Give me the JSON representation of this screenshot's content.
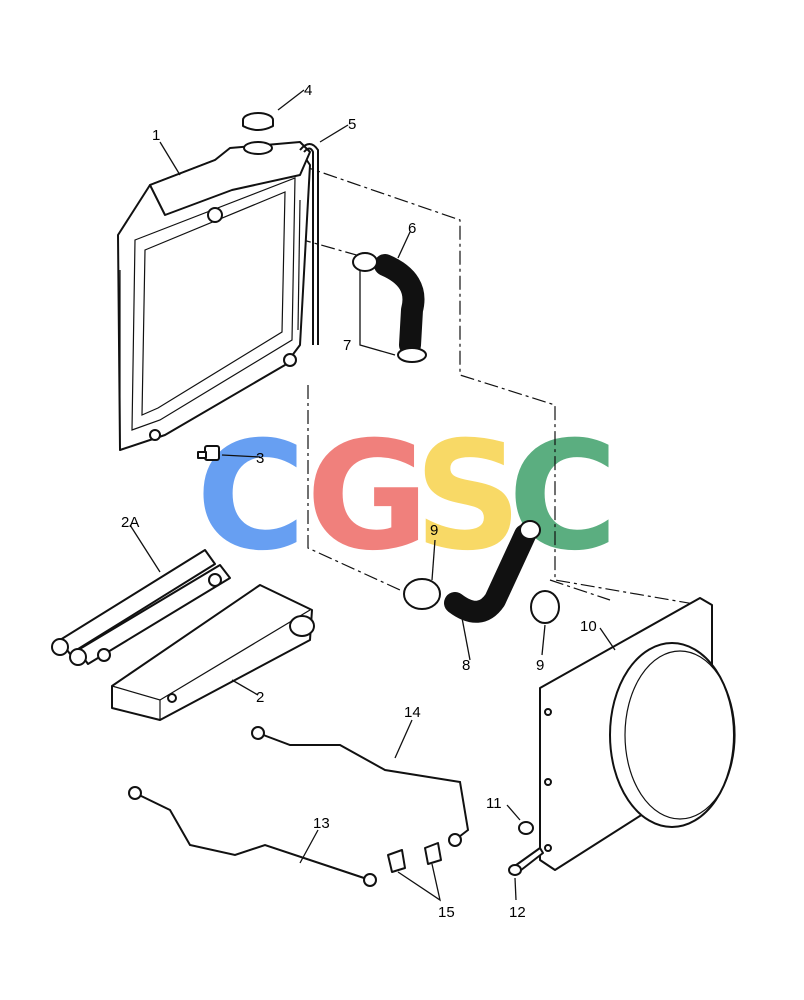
{
  "watermark": {
    "letters": [
      "C",
      "G",
      "S",
      "C"
    ],
    "colors": [
      "#4d8ff0",
      "#ee6a66",
      "#f7d34c",
      "#3fa06a"
    ]
  },
  "callouts": [
    {
      "id": "callout-1",
      "label": "1"
    },
    {
      "id": "callout-2",
      "label": "2"
    },
    {
      "id": "callout-2a",
      "label": "2A"
    },
    {
      "id": "callout-3",
      "label": "3"
    },
    {
      "id": "callout-4",
      "label": "4"
    },
    {
      "id": "callout-5",
      "label": "5"
    },
    {
      "id": "callout-6",
      "label": "6"
    },
    {
      "id": "callout-7",
      "label": "7"
    },
    {
      "id": "callout-8",
      "label": "8"
    },
    {
      "id": "callout-9a",
      "label": "9"
    },
    {
      "id": "callout-9b",
      "label": "9"
    },
    {
      "id": "callout-10",
      "label": "10"
    },
    {
      "id": "callout-11",
      "label": "11"
    },
    {
      "id": "callout-12",
      "label": "12"
    },
    {
      "id": "callout-13",
      "label": "13"
    },
    {
      "id": "callout-14",
      "label": "14"
    },
    {
      "id": "callout-15",
      "label": "15"
    }
  ],
  "parts": {
    "radiator": "radiator",
    "radiator_cap": "radiator-cap",
    "overflow_tube": "overflow-tube",
    "upper_hose": "upper-hose",
    "hose_clamps": "hose-clamps",
    "lower_hose": "lower-hose",
    "fan_shroud": "fan-shroud",
    "oil_cooler": "oil-cooler",
    "cooler_tubes": "cooler-tubes",
    "drain_cock": "drain-cock",
    "cooler_lines": "cooler-lines",
    "fittings": "fittings",
    "nut": "nut",
    "bolt": "bolt"
  }
}
